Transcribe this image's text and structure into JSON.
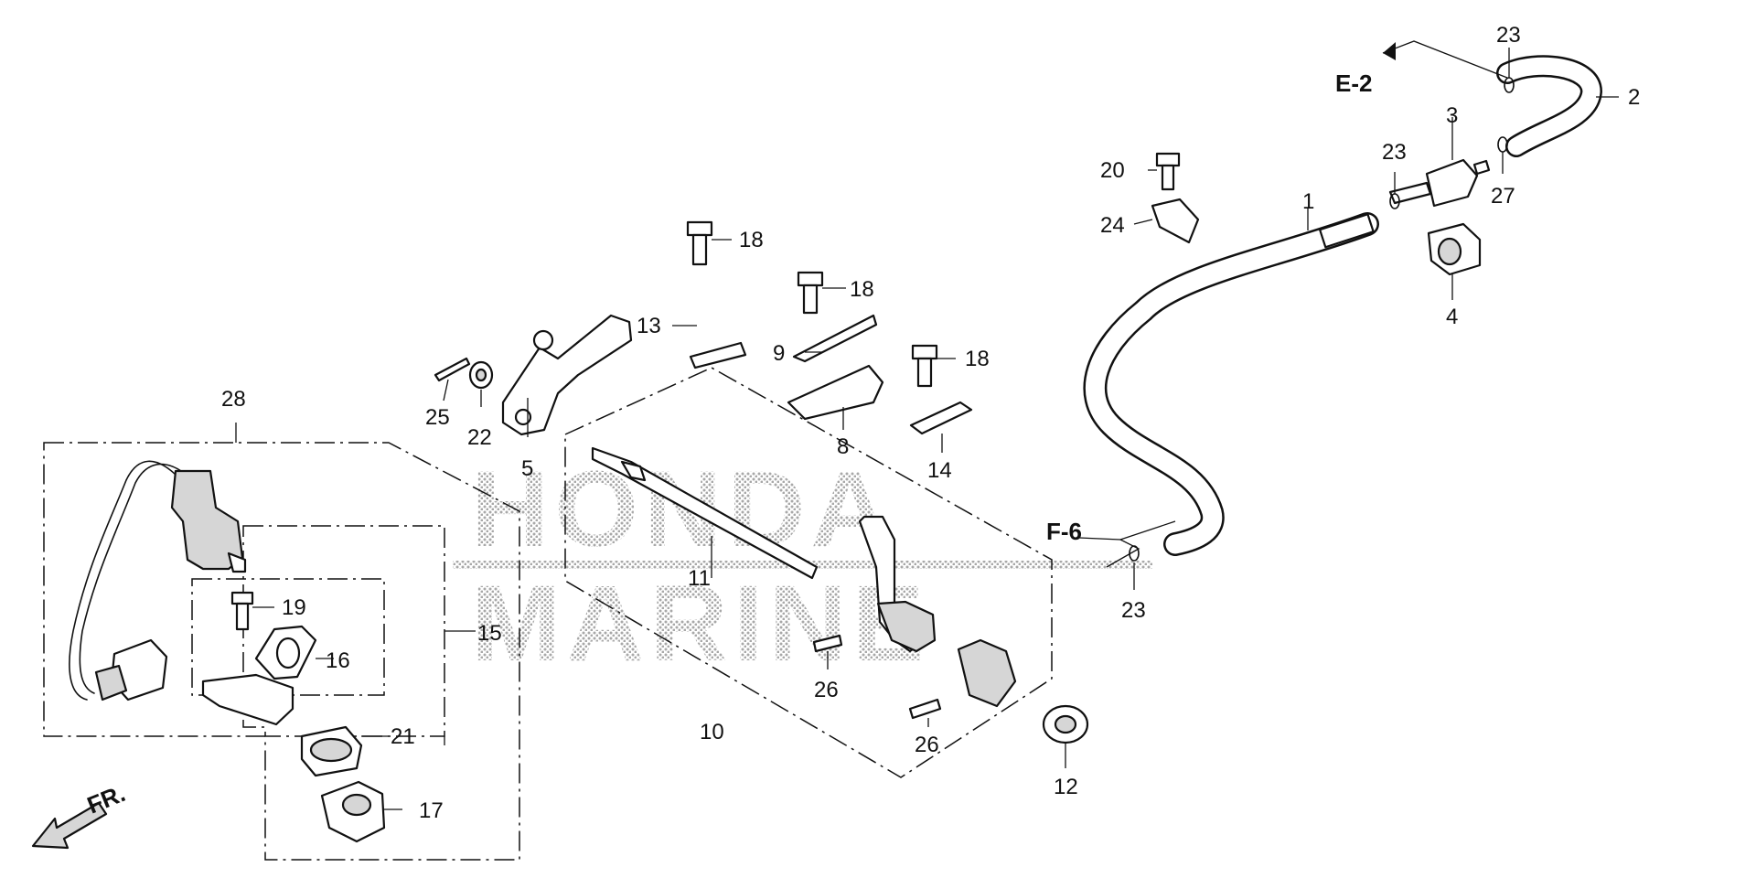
{
  "callouts": {
    "c1": "1",
    "c2": "2",
    "c3": "3",
    "c4": "4",
    "c5": "5",
    "c8": "8",
    "c9": "9",
    "c10": "10",
    "c11": "11",
    "c12": "12",
    "c13": "13",
    "c14": "14",
    "c15": "15",
    "c16": "16",
    "c17": "17",
    "c18a": "18",
    "c18b": "18",
    "c18c": "18",
    "c19": "19",
    "c20": "20",
    "c21": "21",
    "c22": "22",
    "c23a": "23",
    "c23b": "23",
    "c23c": "23",
    "c24": "24",
    "c25": "25",
    "c26a": "26",
    "c26b": "26",
    "c27": "27",
    "c28": "28"
  },
  "refs": {
    "e2": "E-2",
    "f6": "F-6",
    "fr": "FR."
  },
  "watermark": {
    "line1": "HONDA",
    "line2": "MARINE"
  },
  "colors": {
    "line": "#111111",
    "background": "#ffffff",
    "watermark_dots": "#b0b0b0"
  }
}
